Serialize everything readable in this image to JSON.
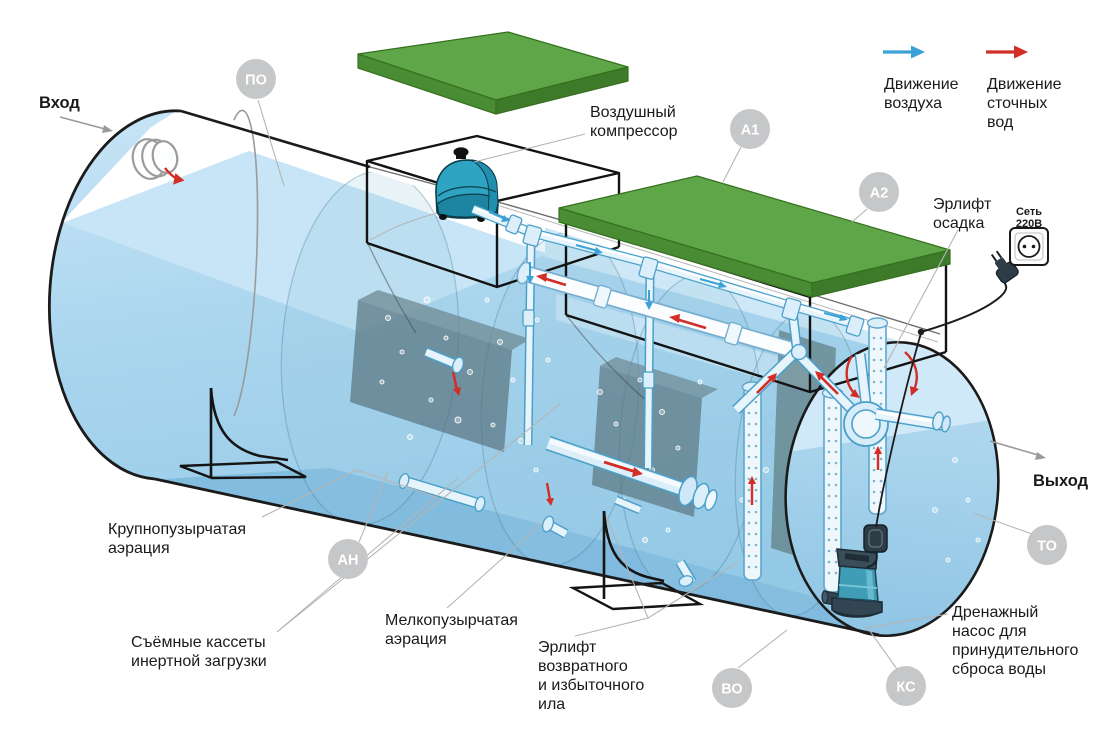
{
  "legend": {
    "air": {
      "lines": [
        "Движение",
        "воздуха"
      ],
      "color": "#3aa2d9"
    },
    "wastewater": {
      "lines": [
        "Движение",
        "сточных",
        "вод"
      ],
      "color": "#d22d26"
    }
  },
  "labels": {
    "inlet": {
      "text": "Вход"
    },
    "outlet": {
      "text": "Выход"
    },
    "compressor": {
      "lines": [
        "Воздушный",
        "компрессор"
      ]
    },
    "sludge_airlift": {
      "lines": [
        "Эрлифт",
        "осадка"
      ]
    },
    "power": {
      "lines": [
        "Сеть",
        "220В"
      ]
    },
    "coarse_aeration": {
      "lines": [
        "Крупнопузырчатая",
        "аэрация"
      ]
    },
    "cassettes": {
      "lines": [
        "Съёмные кассеты",
        "инертной загрузки"
      ]
    },
    "fine_aeration": {
      "lines": [
        "Мелкопузырчатая",
        "аэрация"
      ]
    },
    "return_airlift": {
      "lines": [
        "Эрлифт",
        "возвратного",
        "и избыточного",
        "ила"
      ]
    },
    "drain_pump": {
      "lines": [
        "Дренажный",
        "насос для",
        "принудительного",
        "сброса воды"
      ]
    }
  },
  "badges": [
    {
      "id": "po",
      "text": "ПО"
    },
    {
      "id": "a1",
      "text": "А1"
    },
    {
      "id": "a2",
      "text": "А2"
    },
    {
      "id": "an",
      "text": "АН"
    },
    {
      "id": "vo",
      "text": "ВО"
    },
    {
      "id": "ks",
      "text": "КС"
    },
    {
      "id": "to",
      "text": "ТО"
    }
  ],
  "colors": {
    "air_arrow": "#3aa2d9",
    "waste_arrow": "#d22d26",
    "tank_blue": "#a6d3ed",
    "lid_green": "#5ea647",
    "badge_gray": "#c6c7c8",
    "text": "#1a1a1a"
  }
}
